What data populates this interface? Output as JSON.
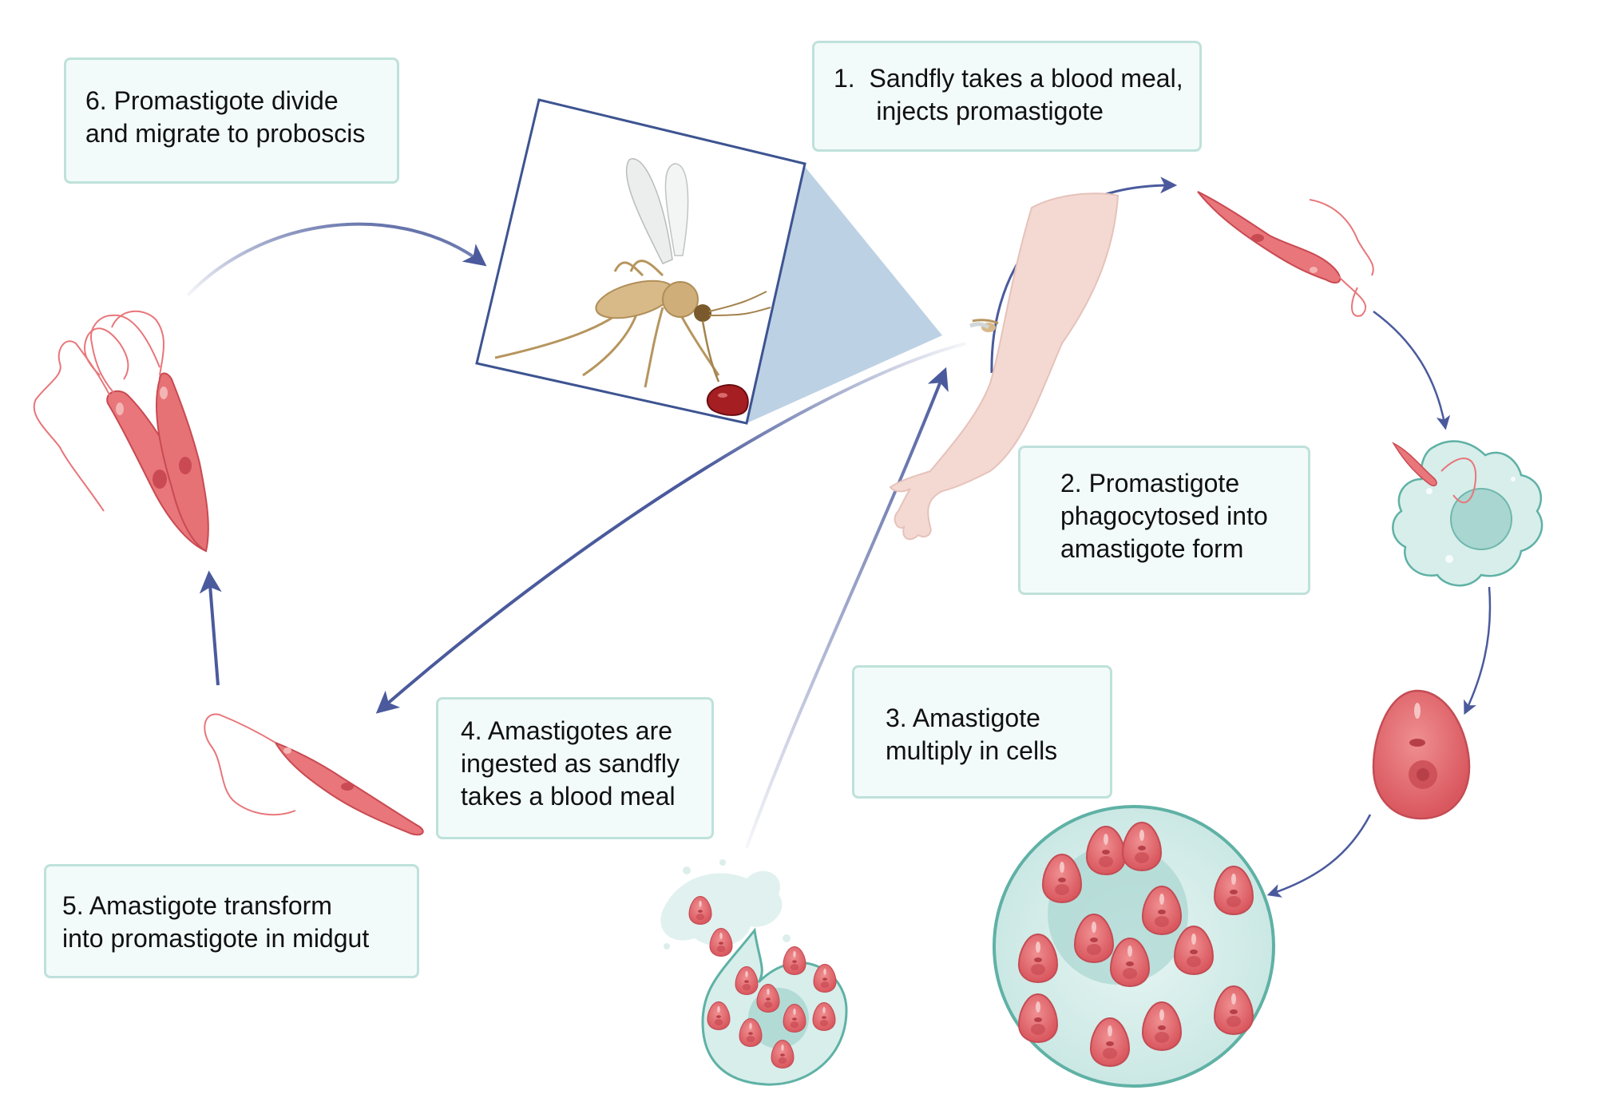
{
  "steps": {
    "s1": {
      "text": "1.  Sandfly takes a blood meal,\n      injects promastigote"
    },
    "s2": {
      "text": "2. Promastigote\nphagocytosed into\namastigote form"
    },
    "s3": {
      "text": "3. Amastigote\nmultiply in cells"
    },
    "s4": {
      "text": "4. Amastigotes are\ningested as sandfly\ntakes a blood meal"
    },
    "s5": {
      "text": "5. Amastigote transform\ninto promastigote in midgut"
    },
    "s6": {
      "text": "6. Promastigote divide\nand migrate to proboscis"
    }
  },
  "colors": {
    "arrow": "#4a5a9c",
    "parasite": "#e8767a",
    "parasite_dark": "#c94a52",
    "flagellum": "#e8767a",
    "cell_fill": "#d7eeeb",
    "cell_border": "#5fb1a5",
    "nucleus": "#a9d6d1",
    "arm": "#f1d3cd",
    "insect": "#d8b988",
    "blood": "#a51e22",
    "callout": "#b9cfe3",
    "box_fill": "#f2fbf9",
    "box_border": "#bfe1db"
  }
}
